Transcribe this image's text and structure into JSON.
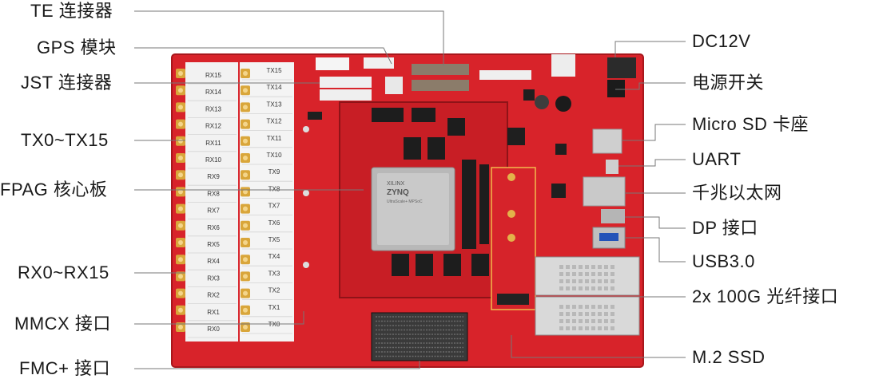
{
  "labels_left": [
    "TE 连接器",
    "GPS 模块",
    "JST 连接器",
    "TX0~TX15",
    "FPAG 核心板",
    "RX0~RX15",
    "MMCX 接口",
    "FMC+ 接口"
  ],
  "labels_right": [
    "DC12V",
    "电源开关",
    "Micro SD 卡座",
    "UART",
    "千兆以太网",
    "DP 接口",
    "USB3.0",
    "2x 100G 光纤接口",
    "M.2 SSD"
  ],
  "rx_labels": [
    "RX15",
    "RX14",
    "RX13",
    "RX12",
    "RX11",
    "RX10",
    "RX9",
    "RX8",
    "RX7",
    "RX6",
    "RX5",
    "RX4",
    "RX3",
    "RX2",
    "RX1",
    "RX0"
  ],
  "tx_labels": [
    "TX15",
    "TX14",
    "TX13",
    "TX12",
    "TX11",
    "TX10",
    "TX9",
    "TX8",
    "TX7",
    "TX6",
    "TX5",
    "TX4",
    "TX3",
    "TX2",
    "TX1",
    "TX0"
  ],
  "chip": {
    "brand": "XILINX",
    "name": "ZYNQ",
    "sub": "UltraScale+ MPSoC"
  }
}
